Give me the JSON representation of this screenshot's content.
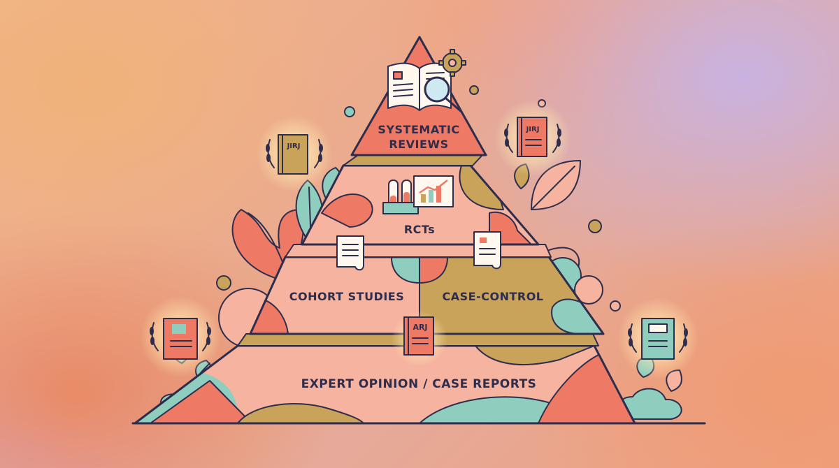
{
  "pyramid": {
    "tiers": [
      {
        "id": "top",
        "label_lines": [
          "SYSTEMATIC",
          "REVIEWS"
        ]
      },
      {
        "id": "second",
        "label_lines": [
          "RCTs"
        ]
      },
      {
        "id": "third-left",
        "label_lines": [
          "COHORT STUDIES"
        ]
      },
      {
        "id": "third-right",
        "label_lines": [
          "CASE-CONTROL"
        ]
      },
      {
        "id": "base",
        "label_lines": [
          "EXPERT OPINION / CASE REPORTS"
        ]
      }
    ]
  },
  "journal_badges": {
    "top_left": "JIRJ",
    "top_right": "JIRJ",
    "center": "ARJ"
  },
  "palette": {
    "ink": "#2f2d4c",
    "coral": "#ee7a66",
    "peach": "#f6b3a0",
    "mustard": "#c9a35a",
    "mint": "#8fcdbf"
  },
  "icons": [
    "open-book-icon",
    "magnifier-icon",
    "gear-icon",
    "test-tubes-icon",
    "chart-icon",
    "scroll-icon",
    "journal-icon",
    "laurel-icon",
    "leaf-icon"
  ]
}
